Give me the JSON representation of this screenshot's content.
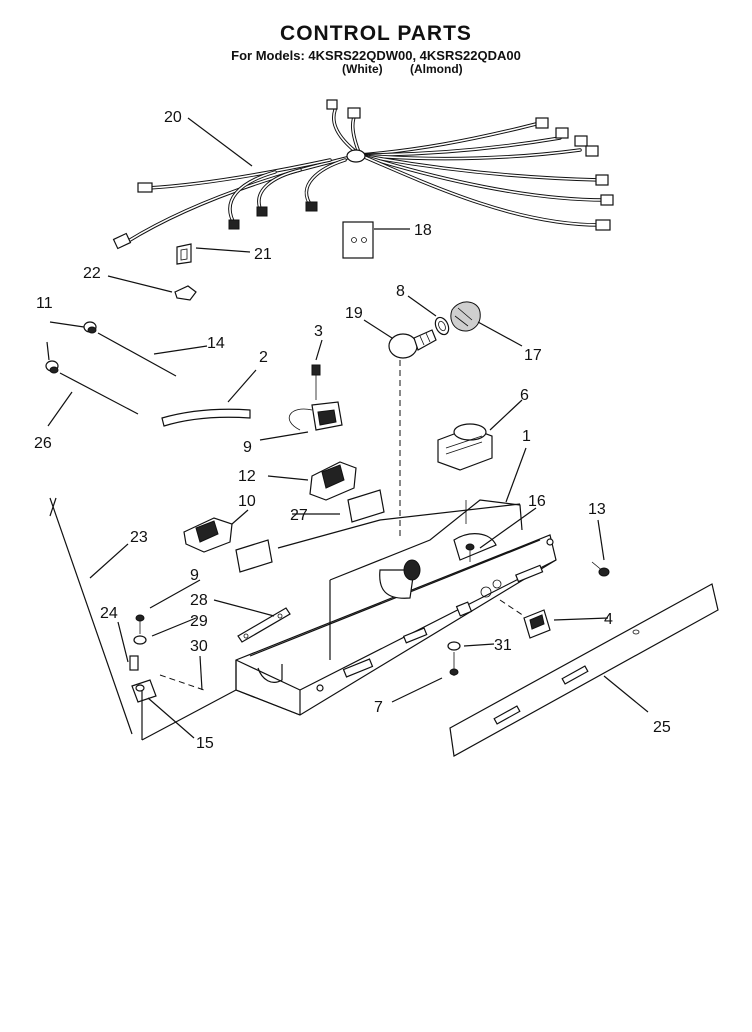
{
  "header": {
    "title": "CONTROL PARTS",
    "subtitle": "For Models: 4KSRS22QDW00, 4KSRS22QDA00",
    "model_notes": [
      "(White)",
      "(Almond)"
    ]
  },
  "callouts": {
    "c1": "1",
    "c2": "2",
    "c3": "3",
    "c4": "4",
    "c6": "6",
    "c7": "7",
    "c8": "8",
    "c9a": "9",
    "c9b": "9",
    "c10": "10",
    "c11": "11",
    "c12": "12",
    "c13": "13",
    "c14": "14",
    "c15": "15",
    "c16": "16",
    "c17": "17",
    "c18": "18",
    "c19": "19",
    "c20": "20",
    "c21": "21",
    "c22": "22",
    "c23": "23",
    "c24": "24",
    "c25": "25",
    "c26": "26",
    "c27": "27",
    "c28": "28",
    "c29": "29",
    "c30": "30",
    "c31": "31"
  }
}
